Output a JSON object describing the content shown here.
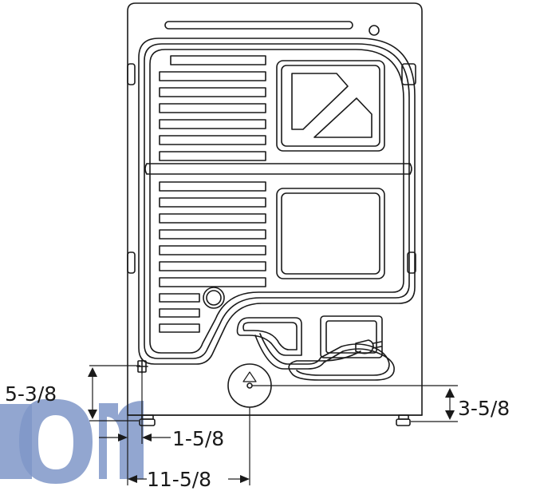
{
  "dimensions": {
    "bottom_left_height": "5-3/8",
    "bottom_right_height": "3-5/8",
    "left_offset": "1-5/8",
    "center_offset": "11-5/8"
  },
  "watermark": {
    "text": "on"
  },
  "colors": {
    "line": "#1a1a1a",
    "background": "#ffffff",
    "watermark": "#7f96c8"
  }
}
